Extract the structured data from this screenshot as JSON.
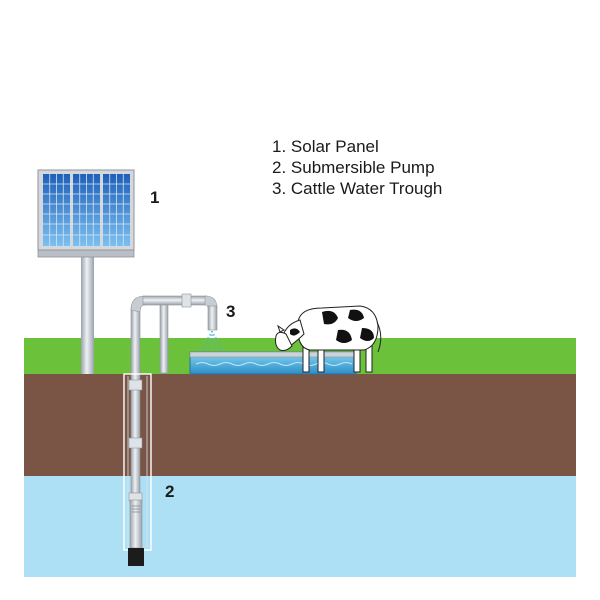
{
  "legend": {
    "items": [
      "1. Solar Panel",
      "2. Submersible Pump",
      "3. Cattle Water Trough"
    ]
  },
  "callouts": {
    "panel": "1",
    "pump": "2",
    "trough": "3"
  },
  "colors": {
    "grass": "#6cc13a",
    "soil": "#7a5445",
    "groundwater": "#aee0f5",
    "panel_cell": "#2e86d6",
    "pipe": "#c8cdd2",
    "water": "#3aa6d8"
  }
}
